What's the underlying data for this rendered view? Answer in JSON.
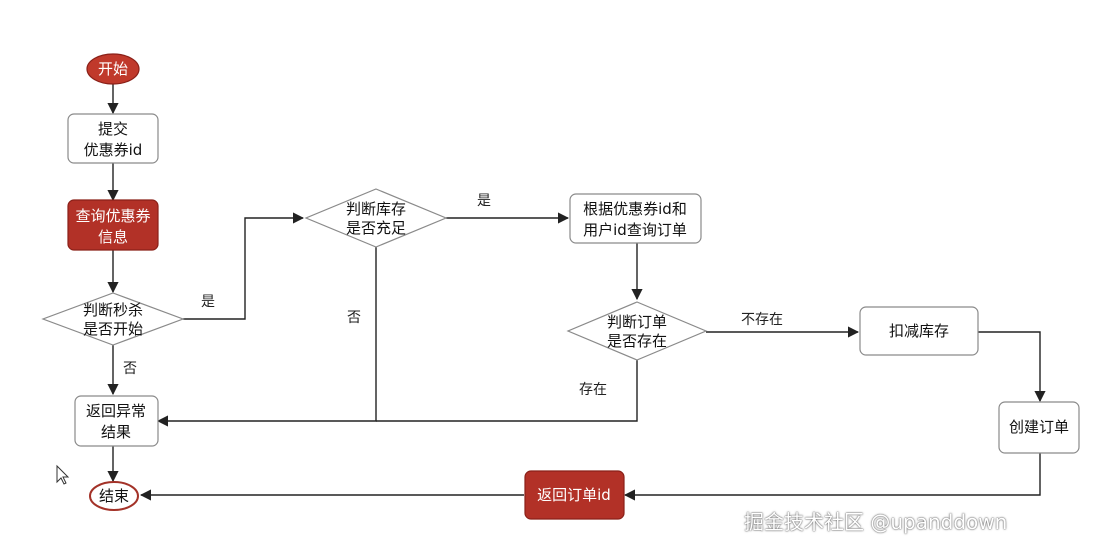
{
  "nodes": {
    "start": "开始",
    "submit": [
      "提交",
      "优惠券id"
    ],
    "query_coupon": [
      "查询优惠券",
      "信息"
    ],
    "check_started": [
      "判断秒杀",
      "是否开始"
    ],
    "check_stock": [
      "判断库存",
      "是否充足"
    ],
    "query_order": [
      "根据优惠券id和",
      "用户id查询订单"
    ],
    "check_order_exists": [
      "判断订单",
      "是否存在"
    ],
    "deduct_stock": "扣减库存",
    "create_order": "创建订单",
    "return_order_id": "返回订单id",
    "return_error": [
      "返回异常",
      "结果"
    ],
    "end": "结束"
  },
  "edge_labels": {
    "started_yes": "是",
    "started_no": "否",
    "stock_yes": "是",
    "stock_no": "否",
    "order_not_exists": "不存在",
    "order_exists": "存在"
  },
  "colors": {
    "red_fill": "#b23127",
    "start_fill": "#c0392b",
    "end_stroke": "#a33228",
    "line": "#222222",
    "box_border": "#8a8a8a"
  },
  "watermark": "掘金技术社区 @upanddown",
  "icons": {
    "cursor": "mouse-cursor-icon"
  }
}
